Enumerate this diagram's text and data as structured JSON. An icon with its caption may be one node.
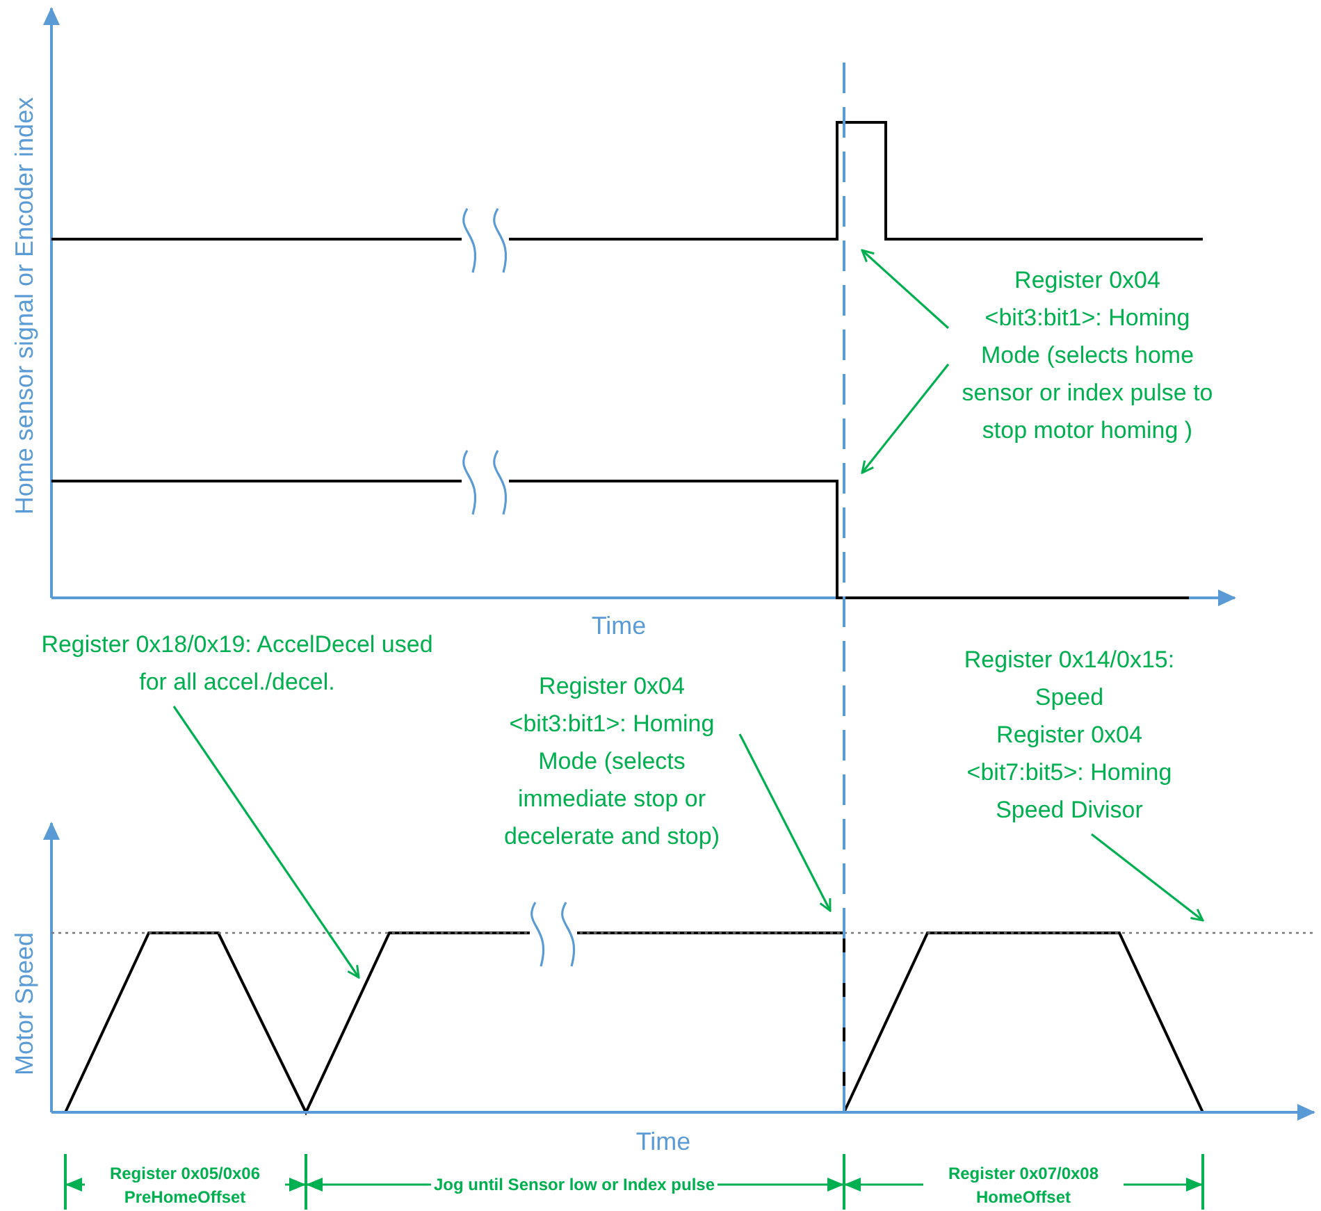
{
  "diagram": {
    "nodes": [
      {
        "text": [
          "Register 0x04 <bit3:bit1>: Homing Mode (selects home sensor or index pulse to stop motor homing )"
        ]
      },
      {
        "text": [
          "Register 0x18/0x19: AccelDecel used for all accel./decel."
        ]
      },
      {
        "text": [
          "Register 0x04 <bit3:bit1>: Homing Mode (selects immediate stop or decelerate and stop)"
        ]
      },
      {
        "text": [
          "Register 0x14/0x15: Speed",
          "Register 0x04 <bit7:bit5>: Homing Speed Divisor"
        ]
      },
      {
        "text": [],
        "shape": "line"
      },
      {
        "text": [],
        "shape": "line"
      },
      {
        "text": [],
        "shape": "line"
      }
    ],
    "edges": [
      {
        "from": 0,
        "to": 4,
        "arrow": "to"
      },
      {
        "from": 0,
        "to": 5,
        "arrow": "to"
      },
      {
        "from": 1,
        "to": 6,
        "arrow": "to"
      },
      {
        "from": 2,
        "to": 6,
        "arrow": "to"
      },
      {
        "from": 3,
        "to": 6,
        "arrow": "to"
      }
    ],
    "labels": [
      "Home sensor signal or Encoder index",
      "Time",
      "Motor Speed",
      "Time",
      "Register 0x05/0x06 PreHomeOffset",
      "Jog until Sensor low or Index pulse",
      "Register 0x07/0x08 HomeOffset"
    ]
  }
}
